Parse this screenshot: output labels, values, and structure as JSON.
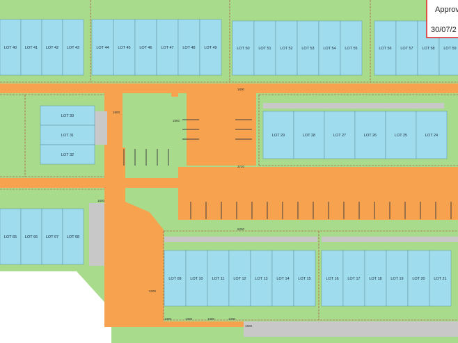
{
  "stamp": {
    "line1": "Approv",
    "line2": "30/07/2"
  },
  "colors": {
    "grass": "#a8dc8c",
    "road": "#f7a24f",
    "lot": "#9fdcee",
    "boundary": "#b03030",
    "stamp_border": "#e02020",
    "paving": "#c8c8c8",
    "parking_line": "#404040"
  },
  "lots": {
    "row_top_a": [
      "LOT 40",
      "LOT 41",
      "LOT 42",
      "LOT 43"
    ],
    "row_top_b": [
      "LOT 44",
      "LOT 45",
      "LOT 46",
      "LOT 47",
      "LOT 48",
      "LOT 49"
    ],
    "row_top_c": [
      "LOT 50",
      "LOT 51",
      "LOT 52",
      "LOT 53",
      "LOT 54",
      "LOT 55"
    ],
    "row_top_d": [
      "LOT 56",
      "LOT 57",
      "LOT 58",
      "LOT 59"
    ],
    "row_mid_left": [
      "LOT 30",
      "LOT 31",
      "LOT 32"
    ],
    "row_mid_right": [
      "LOT 29",
      "LOT 28",
      "LOT 27",
      "LOT 26",
      "LOT 25",
      "LOT 24"
    ],
    "row_lower_left": [
      "LOT 65",
      "LOT 66",
      "LOT 67",
      "LOT 68"
    ],
    "row_bottom_a": [
      "LOT 09",
      "LOT 10",
      "LOT 11",
      "LOT 12",
      "LOT 13",
      "LOT 14",
      "LOT 15"
    ],
    "row_bottom_b": [
      "LOT 16",
      "LOT 17",
      "LOT 18",
      "LOT 19",
      "LOT 20",
      "LOT 21"
    ]
  },
  "dimensions": {
    "d1": "1800",
    "d2": "1800",
    "d3": "3720",
    "d4": "1800",
    "d5": "5000",
    "d6": "1800",
    "d7": "1300",
    "d8": "1300",
    "d9": "1300",
    "d10": "1300",
    "d11": "1500",
    "d12": "2200"
  }
}
